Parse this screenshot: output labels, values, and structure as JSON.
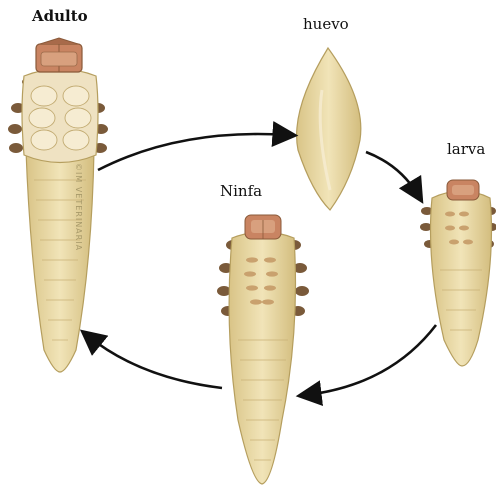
{
  "diagram": {
    "stages": {
      "adulto": "Adulto",
      "huevo": "huevo",
      "larva": "larva",
      "ninfa": "Ninfa"
    },
    "watermark": "©IM VETERINARIA"
  },
  "colors": {
    "body_fill": "#e9d9a3",
    "body_stroke": "#b59e5e",
    "head_fill": "#c98462",
    "leg_fill": "#7a5a3a",
    "arrow": "#111111"
  }
}
